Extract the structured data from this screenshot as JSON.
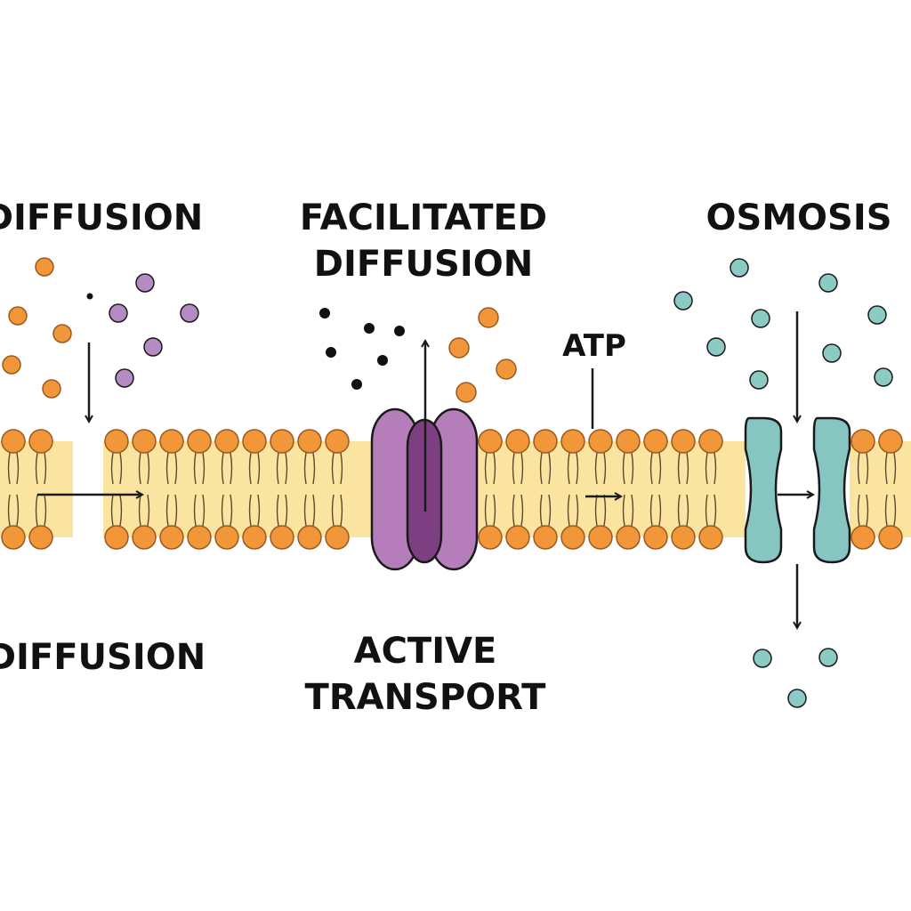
{
  "labels": {
    "diffusion_top": "DIFFUSION",
    "facilitated_line1": "FACILITATED",
    "facilitated_line2": "DIFFUSION",
    "osmosis": "OSMOSIS",
    "atp": "ATP",
    "diffusion_bottom": "DIFFUSION",
    "active_line1": "ACTIVE",
    "active_line2": "TRANSPORT"
  },
  "colors": {
    "phospholipid_head": "#F2963A",
    "phospholipid_outline": "#9A5A1E",
    "lipid_core": "#FBE3A0",
    "purple_molecule": "#B58BC4",
    "black_molecule": "#111111",
    "teal_molecule": "#8CCAC4",
    "protein_light": "#B57EBB",
    "protein_dark": "#7E3F82",
    "aquaporin": "#86C5C0",
    "outline": "#1A1A1A"
  }
}
